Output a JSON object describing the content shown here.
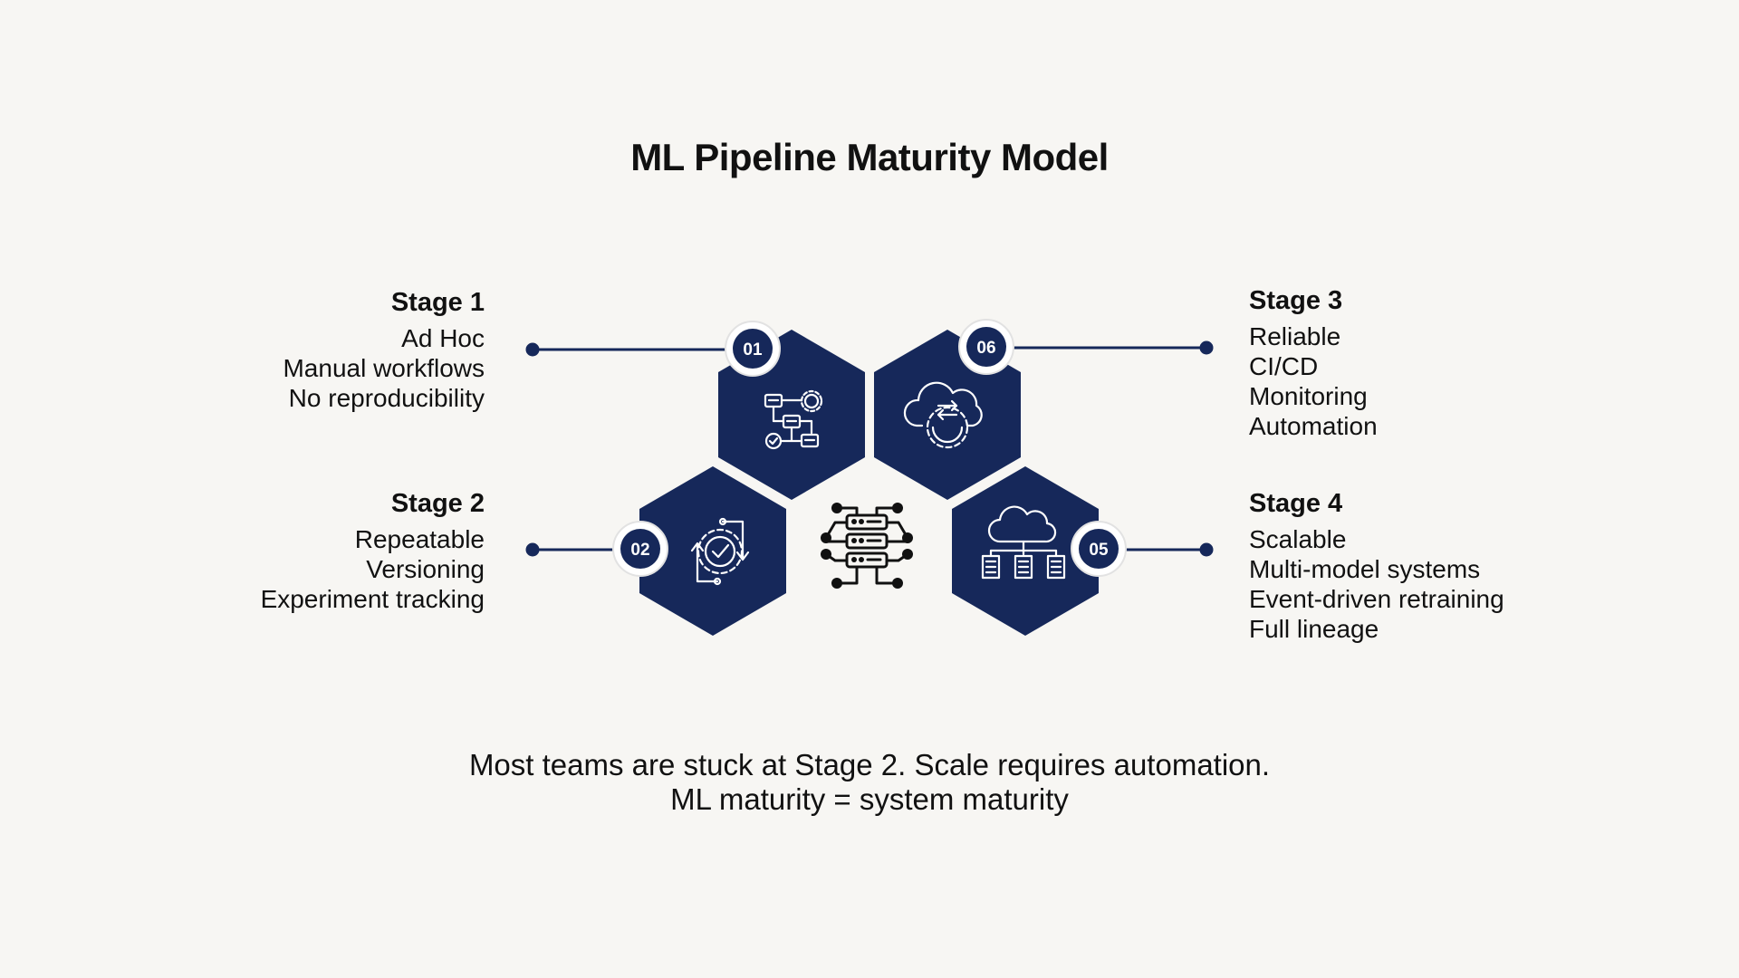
{
  "title": "ML Pipeline Maturity Model",
  "colors": {
    "hexagon": "#16285a",
    "background": "#f7f6f3",
    "text": "#111111"
  },
  "stages": [
    {
      "title": "Stage 1",
      "number": "01",
      "icon": "workflow-gear-icon",
      "lines": [
        "Ad Hoc",
        "Manual workflows",
        "No reproducibility"
      ]
    },
    {
      "title": "Stage 2",
      "number": "02",
      "icon": "gear-cycle-check-icon",
      "lines": [
        "Repeatable",
        "Versioning",
        "Experiment tracking"
      ]
    },
    {
      "title": "Stage 3",
      "number": "06",
      "icon": "cloud-sync-gear-icon",
      "lines": [
        "Reliable",
        "CI/CD",
        "Monitoring",
        "Automation"
      ]
    },
    {
      "title": "Stage 4",
      "number": "05",
      "icon": "cloud-documents-icon",
      "lines": [
        "Scalable",
        "Multi-model systems",
        "Event-driven retraining",
        "Full lineage"
      ]
    }
  ],
  "center_icon": "server-network-icon",
  "footer": {
    "line1": "Most teams are stuck at Stage 2. Scale requires automation.",
    "line2": "ML maturity = system maturity"
  }
}
